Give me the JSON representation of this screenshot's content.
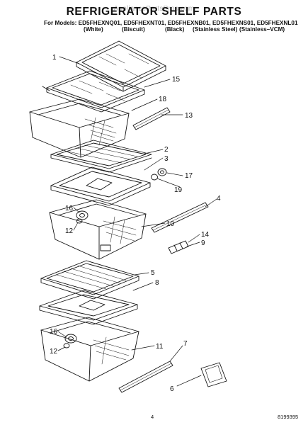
{
  "header": {
    "title": "REFRIGERATOR SHELF PARTS",
    "watermark": "AppliancePartsPros.com",
    "models_line": "For Models: ED5FHEXNQ01, ED5FHEXNT01, ED5FHEXNB01, ED5FHEXNS01, ED5FHEXNL01",
    "variants": [
      "(White)",
      "(Biscuit)",
      "(Black)",
      "(Stainless Steel)",
      "(Stainless–VCM)"
    ]
  },
  "callouts": [
    "1",
    "15",
    "18",
    "13",
    "2",
    "3",
    "17",
    "19",
    "4",
    "16",
    "12",
    "10",
    "14",
    "9",
    "5",
    "8",
    "16",
    "12",
    "11",
    "7",
    "6"
  ],
  "footer": {
    "page_number": "4",
    "doc_number": "8199395"
  }
}
